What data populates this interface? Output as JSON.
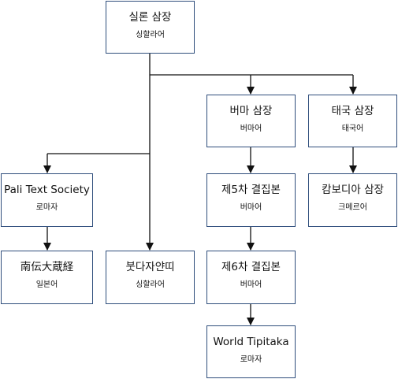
{
  "nodes": {
    "sinhala": {
      "title": "실론 삼장",
      "script": "싱할라어"
    },
    "burmese": {
      "title": "버마 삼장",
      "script": "버마어"
    },
    "thai": {
      "title": "태국 삼장",
      "script": "태국어"
    },
    "pts": {
      "title": "Pali Text Society",
      "script": "로마자"
    },
    "fifth": {
      "title": "제5차 결집본",
      "script": "버마어"
    },
    "cambodian": {
      "title": "캄보디아 삼장",
      "script": "크메르어"
    },
    "taisho": {
      "title": "南伝大蔵経",
      "script": "일본어"
    },
    "buddhajayanti": {
      "title": "붓다자얀띠",
      "script": "싱할라어"
    },
    "sixth": {
      "title": "제6차 결집본",
      "script": "버마어"
    },
    "world": {
      "title": "World Tipitaka",
      "script": "로마자"
    }
  },
  "colors": {
    "line": "#111111",
    "border": "#2f4e7c"
  }
}
